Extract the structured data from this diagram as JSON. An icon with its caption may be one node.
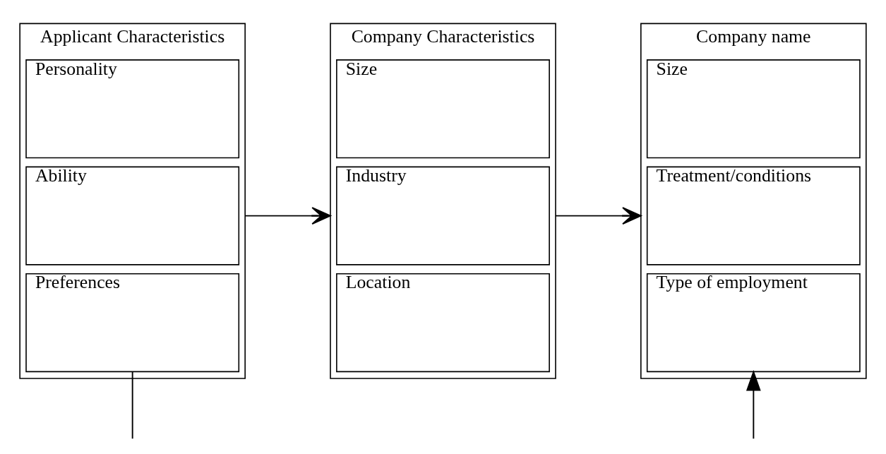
{
  "diagram": {
    "nodes": [
      {
        "text": [
          "Applicant Characteristics"
        ]
      },
      {
        "text": [
          "Personality"
        ],
        "in": 0
      },
      {
        "text": [
          "Ability"
        ],
        "in": 0
      },
      {
        "text": [
          "Preferences"
        ],
        "in": 0
      },
      {
        "text": [
          "Company Characteristics"
        ]
      },
      {
        "text": [
          "Size"
        ],
        "in": 4
      },
      {
        "text": [
          "Industry"
        ],
        "in": 4
      },
      {
        "text": [
          "Location"
        ],
        "in": 4
      },
      {
        "text": [
          "Company name"
        ]
      },
      {
        "text": [
          "Size"
        ],
        "in": 8
      },
      {
        "text": [
          "Treatment/conditions"
        ],
        "in": 8
      },
      {
        "text": [
          "Type of employment"
        ],
        "in": 8
      }
    ],
    "edges": [
      {
        "from": 0,
        "to": 4,
        "arrow": "to"
      },
      {
        "from": 4,
        "to": 8,
        "arrow": "to"
      },
      {
        "from": 3,
        "to": null,
        "arrow": "none"
      },
      {
        "from": null,
        "to": 11,
        "arrow": "to"
      }
    ]
  }
}
